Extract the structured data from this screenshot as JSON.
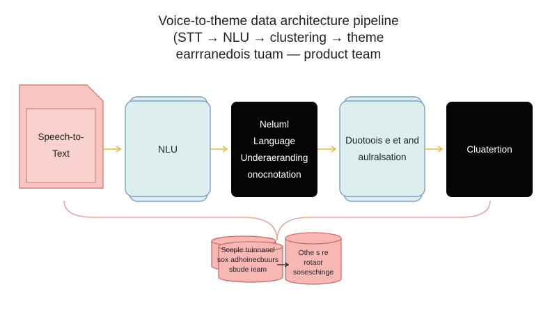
{
  "title": {
    "line1": "Voice-to-theme data architecture pipeline",
    "line2": "(STT → NLU → clustering → theme",
    "line3": "earrranedois tuam — product team"
  },
  "nodes": {
    "stt": {
      "label": "Speech-to-\nText"
    },
    "nlu": {
      "label": "NLU"
    },
    "nlu_full": {
      "label": "Neluml\nLanguage\nUnderaeranding\nonocnotation"
    },
    "dedup": {
      "label": "Duotoois e et and\naulralsation"
    },
    "clustering": {
      "label": "Cluatertion"
    }
  },
  "stores": {
    "left": {
      "label": "Sceple tuinnaocl\nsox adhoinecbuurs\nsbude ieam"
    },
    "right": {
      "label": "Othe s re\nrotaor\nsoseschinge"
    }
  },
  "colors": {
    "stt_fill": "#f7c6c1",
    "stt_stroke": "#d97f7a",
    "nlu_fill": "#dcefec",
    "nlu_stroke": "#7f9fc4",
    "dark_fill": "#050505",
    "arrow": "#e8b84a",
    "connector": "#e4a8a0",
    "db_fill": "#f7b8b4",
    "db_stroke": "#c26e70"
  }
}
